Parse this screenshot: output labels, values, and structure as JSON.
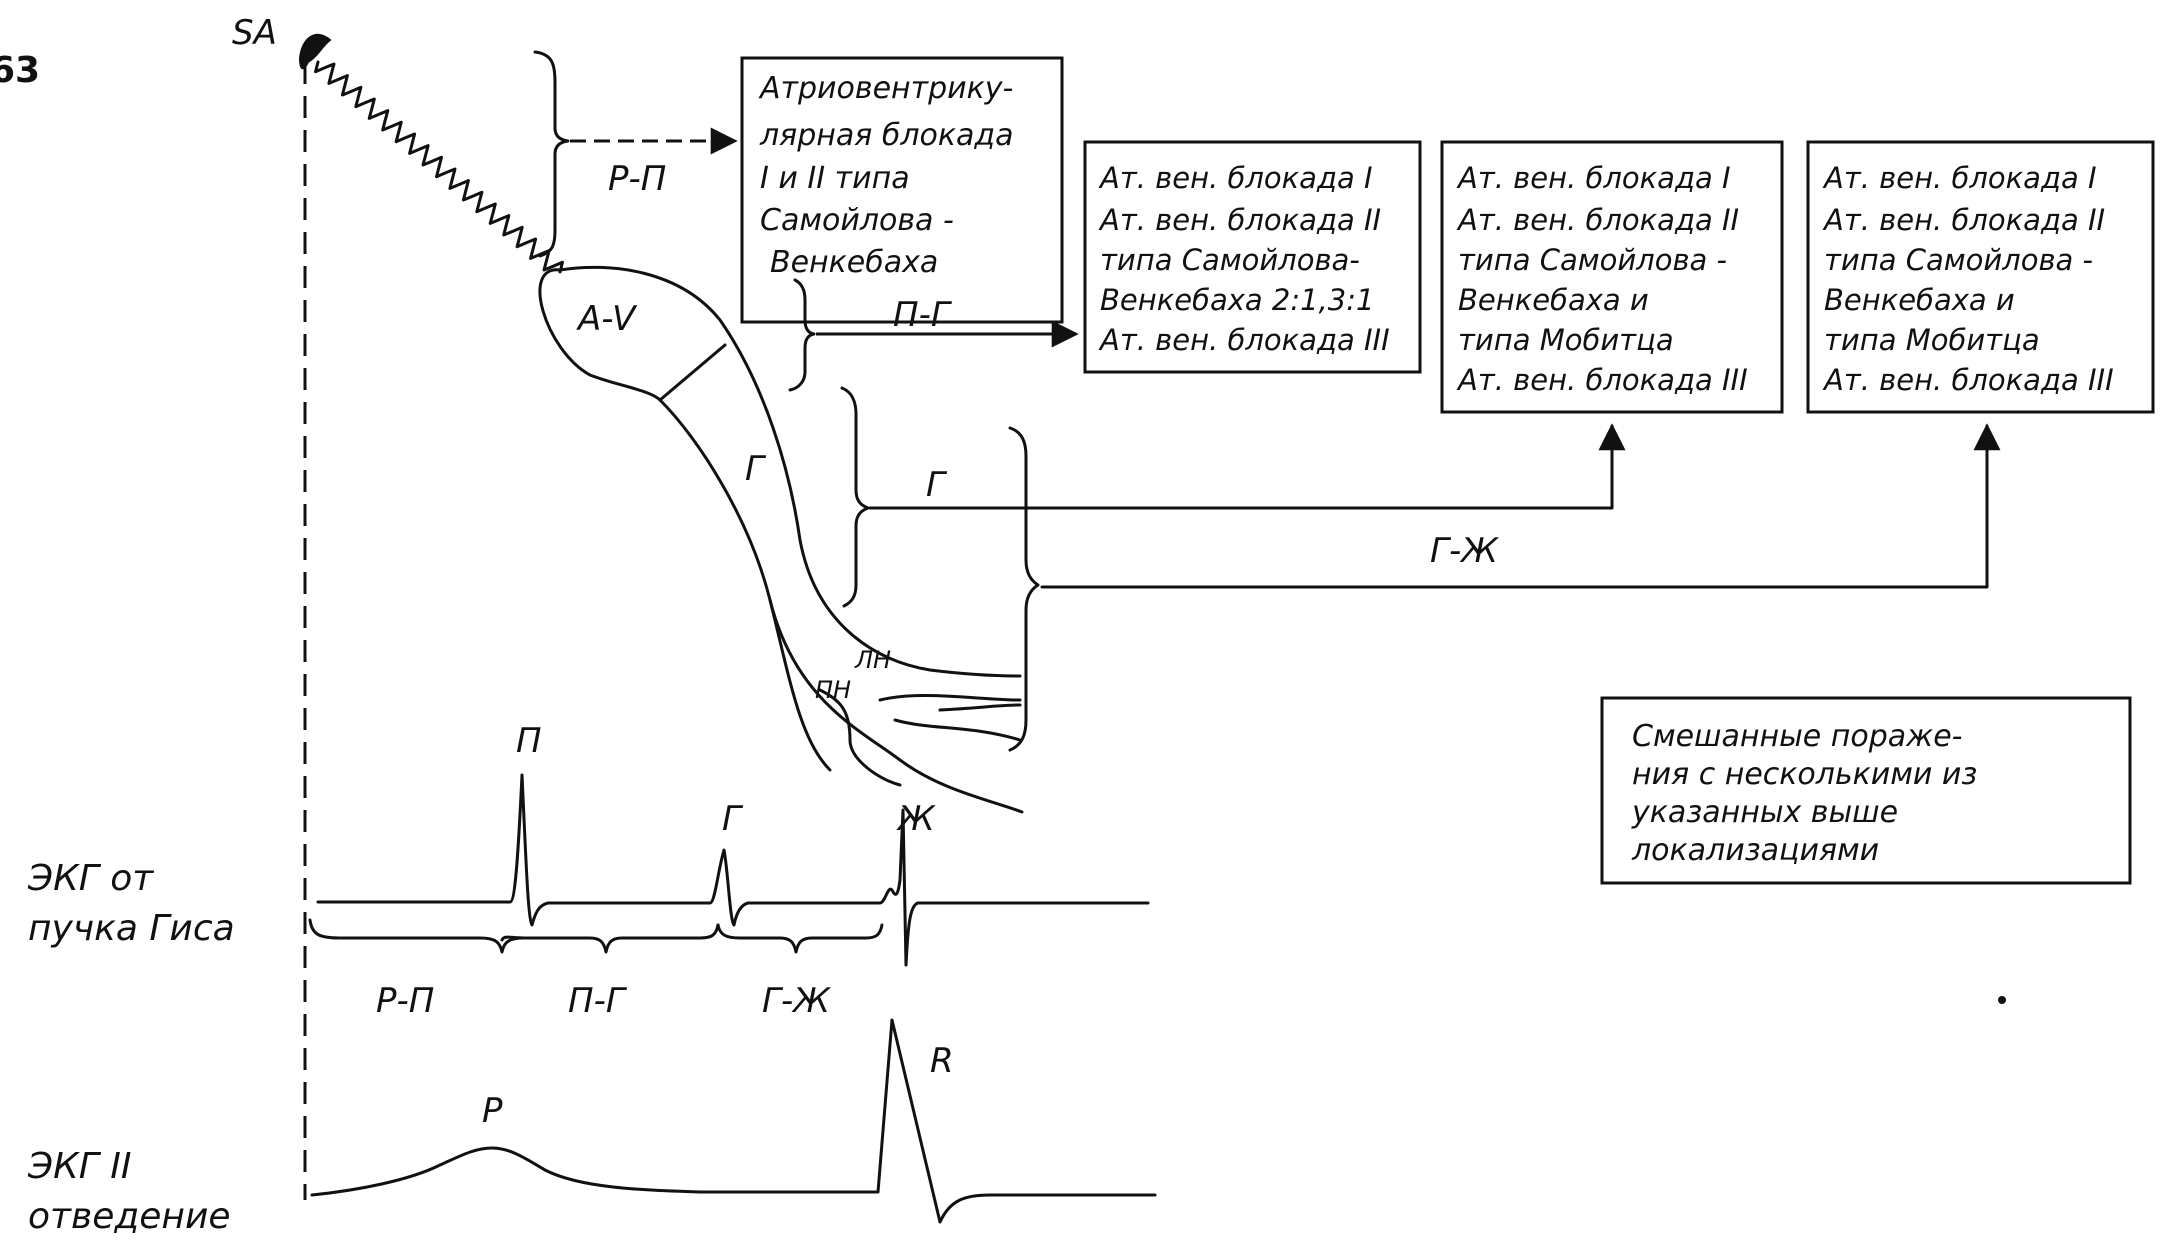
{
  "figure_number": "63",
  "sa_label": "SA",
  "av_label": "A-V",
  "his_label": "Г",
  "left_branch_label": "ЛН",
  "right_branch_label": "ПН",
  "segments": {
    "p_p": "Р-П",
    "p_g": "П-Г",
    "g": "Г",
    "g_zh": "Г-Ж"
  },
  "boxes": {
    "box1": [
      "Атриовентрику-",
      "лярная блокада",
      "I и II типа",
      "Самойлова -",
      "Венкебаха"
    ],
    "box2": [
      "Ат. вен. блокада I",
      "Ат. вен. блокада II",
      "типа Самойлова-",
      "Венкебаха 2:1,3:1",
      "Ат. вен. блокада III"
    ],
    "box3": [
      "Ат. вен. блокада I",
      "Ат. вен. блокада II",
      "типа Самойлова -",
      "Венкебаха и",
      "типа Мобитца",
      "Ат. вен. блокада III"
    ],
    "box4": [
      "Ат. вен. блокада I",
      "Ат. вен. блокада II",
      "типа Самойлова -",
      "Венкебаха и",
      "типа Мобитца",
      "Ат. вен. блокада III"
    ],
    "mixed": [
      "Смешанные пораже-",
      "ния с несколькими из",
      "указанных выше",
      "локализациями"
    ]
  },
  "his_ecg": {
    "label": [
      "ЭКГ от",
      "пучка Гиса"
    ],
    "peak_p": "П",
    "peak_g": "Г",
    "peak_zh": "Ж",
    "interval_p_p": "Р-П",
    "interval_p_g": "П-Г",
    "interval_g_zh": "Г-Ж"
  },
  "lead_ecg": {
    "label": [
      "ЭКГ II",
      "отведение"
    ],
    "wave_p": "P",
    "wave_r": "R"
  }
}
